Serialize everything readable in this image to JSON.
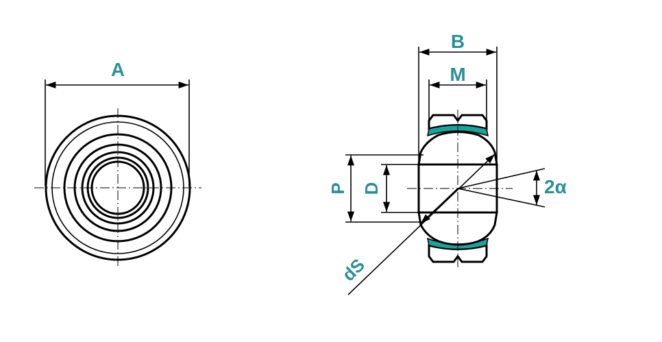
{
  "labels": {
    "a": "A",
    "b": "B",
    "m": "M",
    "p": "P",
    "d": "D",
    "alpha": "2α",
    "dk": "dS"
  },
  "colors": {
    "accent": "#2b8f99",
    "seal": "#1aa39a",
    "line": "#000000"
  }
}
